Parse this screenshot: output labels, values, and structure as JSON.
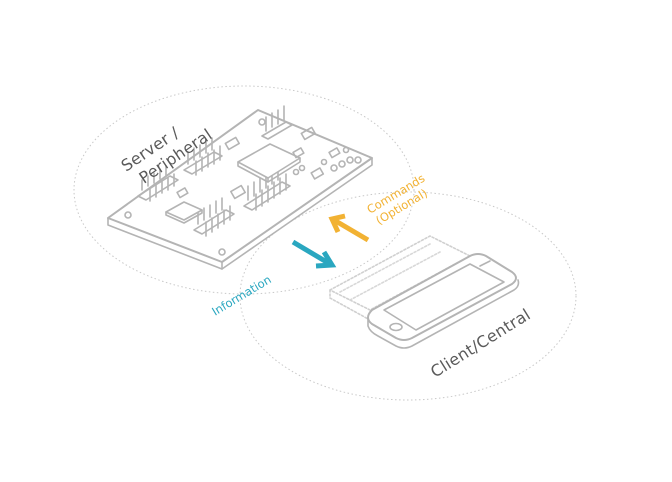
{
  "diagram": {
    "server_label_line1": "Server /",
    "server_label_line2": "Peripheral",
    "client_label": "Client/Central",
    "information_label": "Information",
    "commands_label_line1": "Commands",
    "commands_label_line2": "(Optional)"
  },
  "colors": {
    "outline": "#b4b4b4",
    "ellipse_stroke": "#c8c8c8",
    "label_gray": "#5a5a5a",
    "information_teal": "#2aa7c0",
    "commands_orange": "#f2b233",
    "background": "#ffffff"
  },
  "icons": {
    "server": "circuit-board",
    "client": "smartphone",
    "information_arrow": "arrow-down-right",
    "commands_arrow": "arrow-up-right"
  }
}
